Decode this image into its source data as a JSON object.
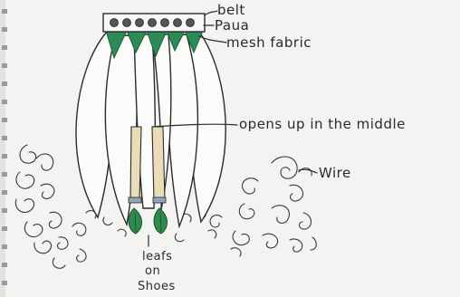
{
  "labels": {
    "belt": "belt",
    "paua": "Paua",
    "mesh_fabric": "mesh fabric",
    "opens": "opens up in the middle",
    "wire": "Wire",
    "leafs": "leafs",
    "on": "on",
    "shoes": "Shoes"
  },
  "colors": {
    "paper": "#f4f3f1",
    "ink": "#2b2b2b",
    "mesh_green": "#2e8b57",
    "leaf_green": "#2f8a4d",
    "leg_tan": "#eadcb8"
  }
}
